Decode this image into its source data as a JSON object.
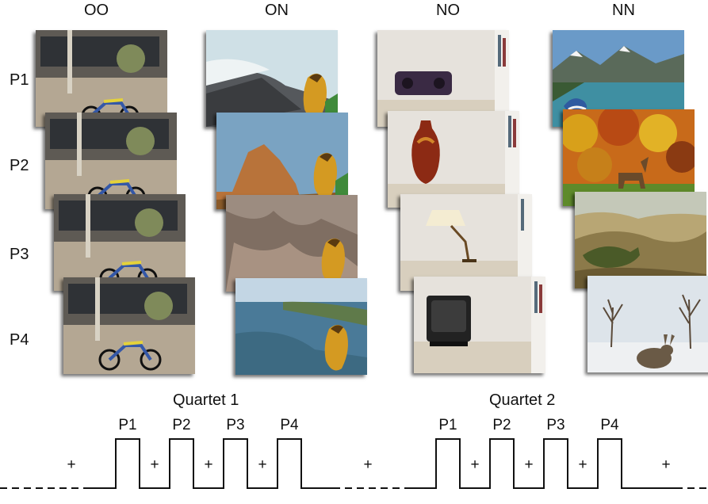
{
  "columns": [
    "OO",
    "ON",
    "NO",
    "NN"
  ],
  "rows": [
    "P1",
    "P2",
    "P3",
    "P4"
  ],
  "scene_icons": {
    "oo": "building-motorcycle-scene",
    "on": "landscape-eagle-scene",
    "no": "room-shelf-object-scene",
    "nn": "nature-animal-scene"
  },
  "timeline": {
    "quartets": [
      {
        "label": "Quartet 1",
        "pulses": [
          "P1",
          "P2",
          "P3",
          "P4"
        ]
      },
      {
        "label": "Quartet 2",
        "pulses": [
          "P1",
          "P2",
          "P3",
          "P4"
        ]
      }
    ],
    "fixation_symbol": "+",
    "colors": {
      "line": "#111111"
    }
  }
}
